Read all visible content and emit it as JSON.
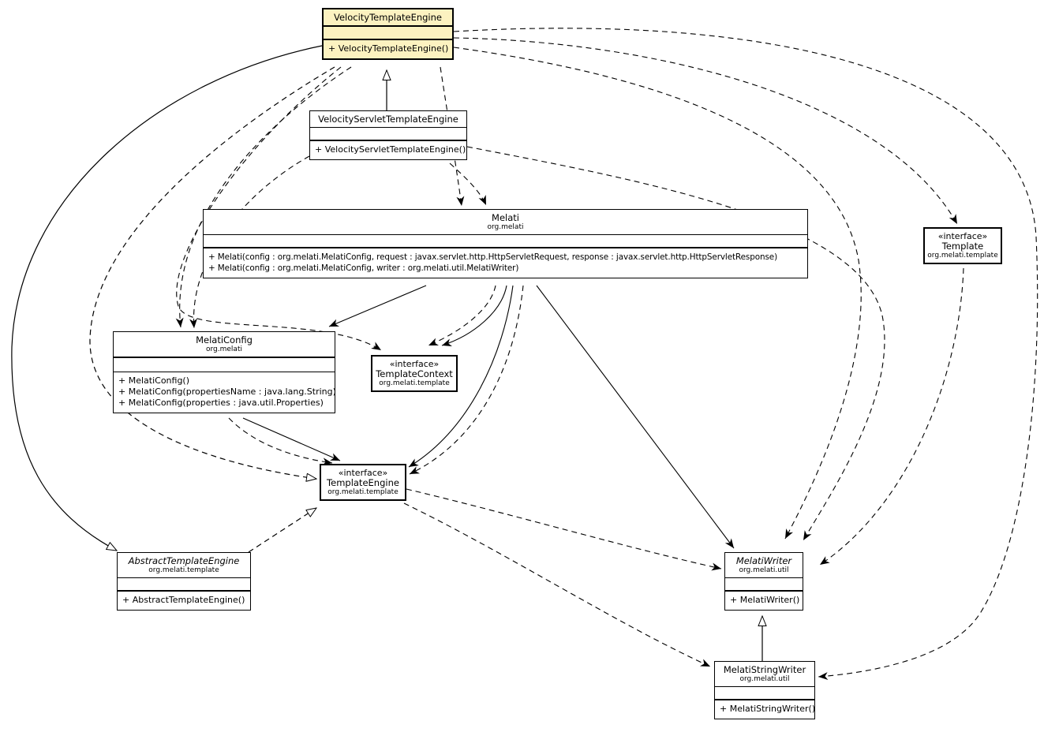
{
  "colors": {
    "highlight": "#fcf2c0",
    "border": "#000000",
    "background": "#ffffff"
  },
  "classes": {
    "velocity_template_engine": {
      "name": "VelocityTemplateEngine",
      "methods": [
        "+ VelocityTemplateEngine()"
      ],
      "highlight": true
    },
    "velocity_servlet_template_engine": {
      "name": "VelocityServletTemplateEngine",
      "methods": [
        "+ VelocityServletTemplateEngine()"
      ]
    },
    "melati": {
      "name": "Melati",
      "package": "org.melati",
      "methods": [
        "+ Melati(config : org.melati.MelatiConfig, request : javax.servlet.http.HttpServletRequest, response : javax.servlet.http.HttpServletResponse)",
        "+ Melati(config : org.melati.MelatiConfig, writer : org.melati.util.MelatiWriter)"
      ]
    },
    "template": {
      "stereotype": "«interface»",
      "name": "Template",
      "package": "org.melati.template"
    },
    "melati_config": {
      "name": "MelatiConfig",
      "package": "org.melati",
      "methods": [
        "+ MelatiConfig()",
        "+ MelatiConfig(propertiesName : java.lang.String)",
        "+ MelatiConfig(properties : java.util.Properties)"
      ]
    },
    "template_context": {
      "stereotype": "«interface»",
      "name": "TemplateContext",
      "package": "org.melati.template"
    },
    "template_engine": {
      "stereotype": "«interface»",
      "name": "TemplateEngine",
      "package": "org.melati.template"
    },
    "abstract_template_engine": {
      "name": "AbstractTemplateEngine",
      "package": "org.melati.template",
      "abstract": true,
      "methods": [
        "+ AbstractTemplateEngine()"
      ]
    },
    "melati_writer": {
      "name": "MelatiWriter",
      "package": "org.melati.util",
      "abstract": true,
      "methods": [
        "+ MelatiWriter()"
      ]
    },
    "melati_string_writer": {
      "name": "MelatiStringWriter",
      "package": "org.melati.util",
      "methods": [
        "+ MelatiStringWriter()"
      ]
    }
  },
  "edges": [
    {
      "from": "VelocityServletTemplateEngine",
      "to": "VelocityTemplateEngine",
      "relation": "generalization"
    },
    {
      "from": "VelocityTemplateEngine",
      "to": "AbstractTemplateEngine",
      "relation": "generalization"
    },
    {
      "from": "VelocityTemplateEngine",
      "to": "TemplateEngine",
      "relation": "realization"
    },
    {
      "from": "AbstractTemplateEngine",
      "to": "TemplateEngine",
      "relation": "realization"
    },
    {
      "from": "MelatiStringWriter",
      "to": "MelatiWriter",
      "relation": "generalization"
    },
    {
      "from": "VelocityTemplateEngine",
      "to": "MelatiConfig",
      "relation": "dependency"
    },
    {
      "from": "VelocityServletTemplateEngine",
      "to": "MelatiConfig",
      "relation": "dependency"
    },
    {
      "from": "VelocityTemplateEngine",
      "to": "Melati",
      "relation": "dependency"
    },
    {
      "from": "VelocityServletTemplateEngine",
      "to": "Melati",
      "relation": "dependency"
    },
    {
      "from": "VelocityTemplateEngine",
      "to": "TemplateContext",
      "relation": "dependency"
    },
    {
      "from": "Melati",
      "to": "TemplateContext",
      "relation": "dependency"
    },
    {
      "from": "Melati",
      "to": "TemplateContext",
      "relation": "association"
    },
    {
      "from": "Melati",
      "to": "MelatiConfig",
      "relation": "association"
    },
    {
      "from": "MelatiConfig",
      "to": "TemplateEngine",
      "relation": "association"
    },
    {
      "from": "MelatiConfig",
      "to": "TemplateEngine",
      "relation": "dependency"
    },
    {
      "from": "Melati",
      "to": "TemplateEngine",
      "relation": "association"
    },
    {
      "from": "Melati",
      "to": "TemplateEngine",
      "relation": "dependency"
    },
    {
      "from": "Melati",
      "to": "MelatiWriter",
      "relation": "association"
    },
    {
      "from": "VelocityTemplateEngine",
      "to": "MelatiWriter",
      "relation": "dependency"
    },
    {
      "from": "VelocityServletTemplateEngine",
      "to": "MelatiWriter",
      "relation": "dependency"
    },
    {
      "from": "Template",
      "to": "MelatiWriter",
      "relation": "dependency"
    },
    {
      "from": "TemplateEngine",
      "to": "MelatiWriter",
      "relation": "dependency"
    },
    {
      "from": "TemplateEngine",
      "to": "MelatiStringWriter",
      "relation": "dependency"
    },
    {
      "from": "VelocityTemplateEngine",
      "to": "Template",
      "relation": "dependency"
    },
    {
      "from": "VelocityTemplateEngine",
      "to": "MelatiStringWriter",
      "relation": "dependency"
    }
  ]
}
